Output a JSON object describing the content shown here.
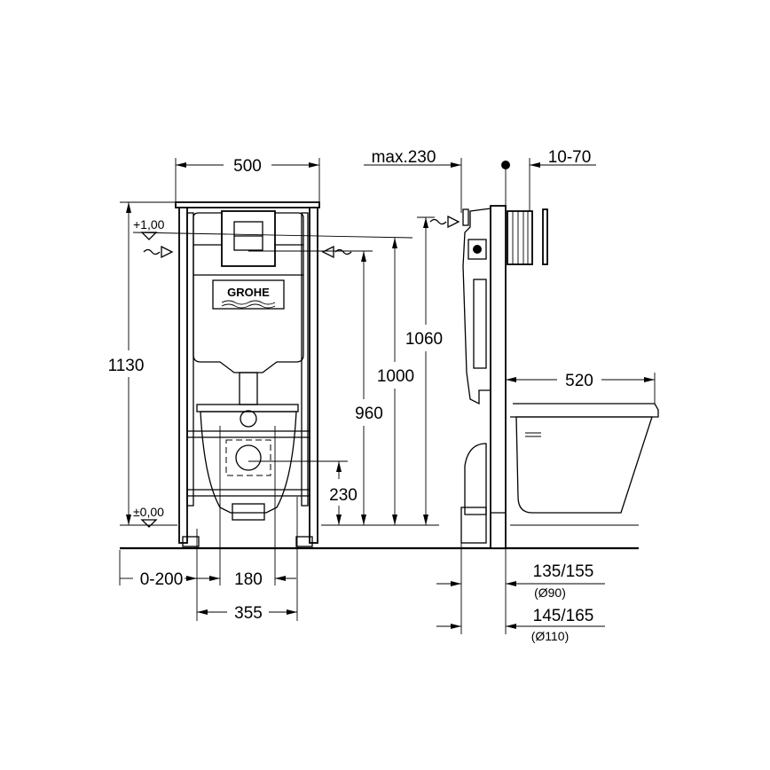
{
  "front_view": {
    "width_label": "500",
    "height_total_label": "1130",
    "level_top_label": "+1,00",
    "level_floor_label": "±0,00",
    "height_960_label": "960",
    "height_1000_label": "1000",
    "height_230_label": "230",
    "offset_label": "0-200",
    "bolt_spacing_label": "180",
    "bowl_width_label": "355",
    "logo_text": "GROHE"
  },
  "side_view": {
    "max_label": "max.230",
    "plate_offset_label": "10-70",
    "height_1060_label": "1060",
    "bowl_depth_label": "520",
    "depth_90_label": "135/155",
    "pipe_90_label": "(Ø90)",
    "depth_110_label": "145/165",
    "pipe_110_label": "(Ø110)"
  }
}
